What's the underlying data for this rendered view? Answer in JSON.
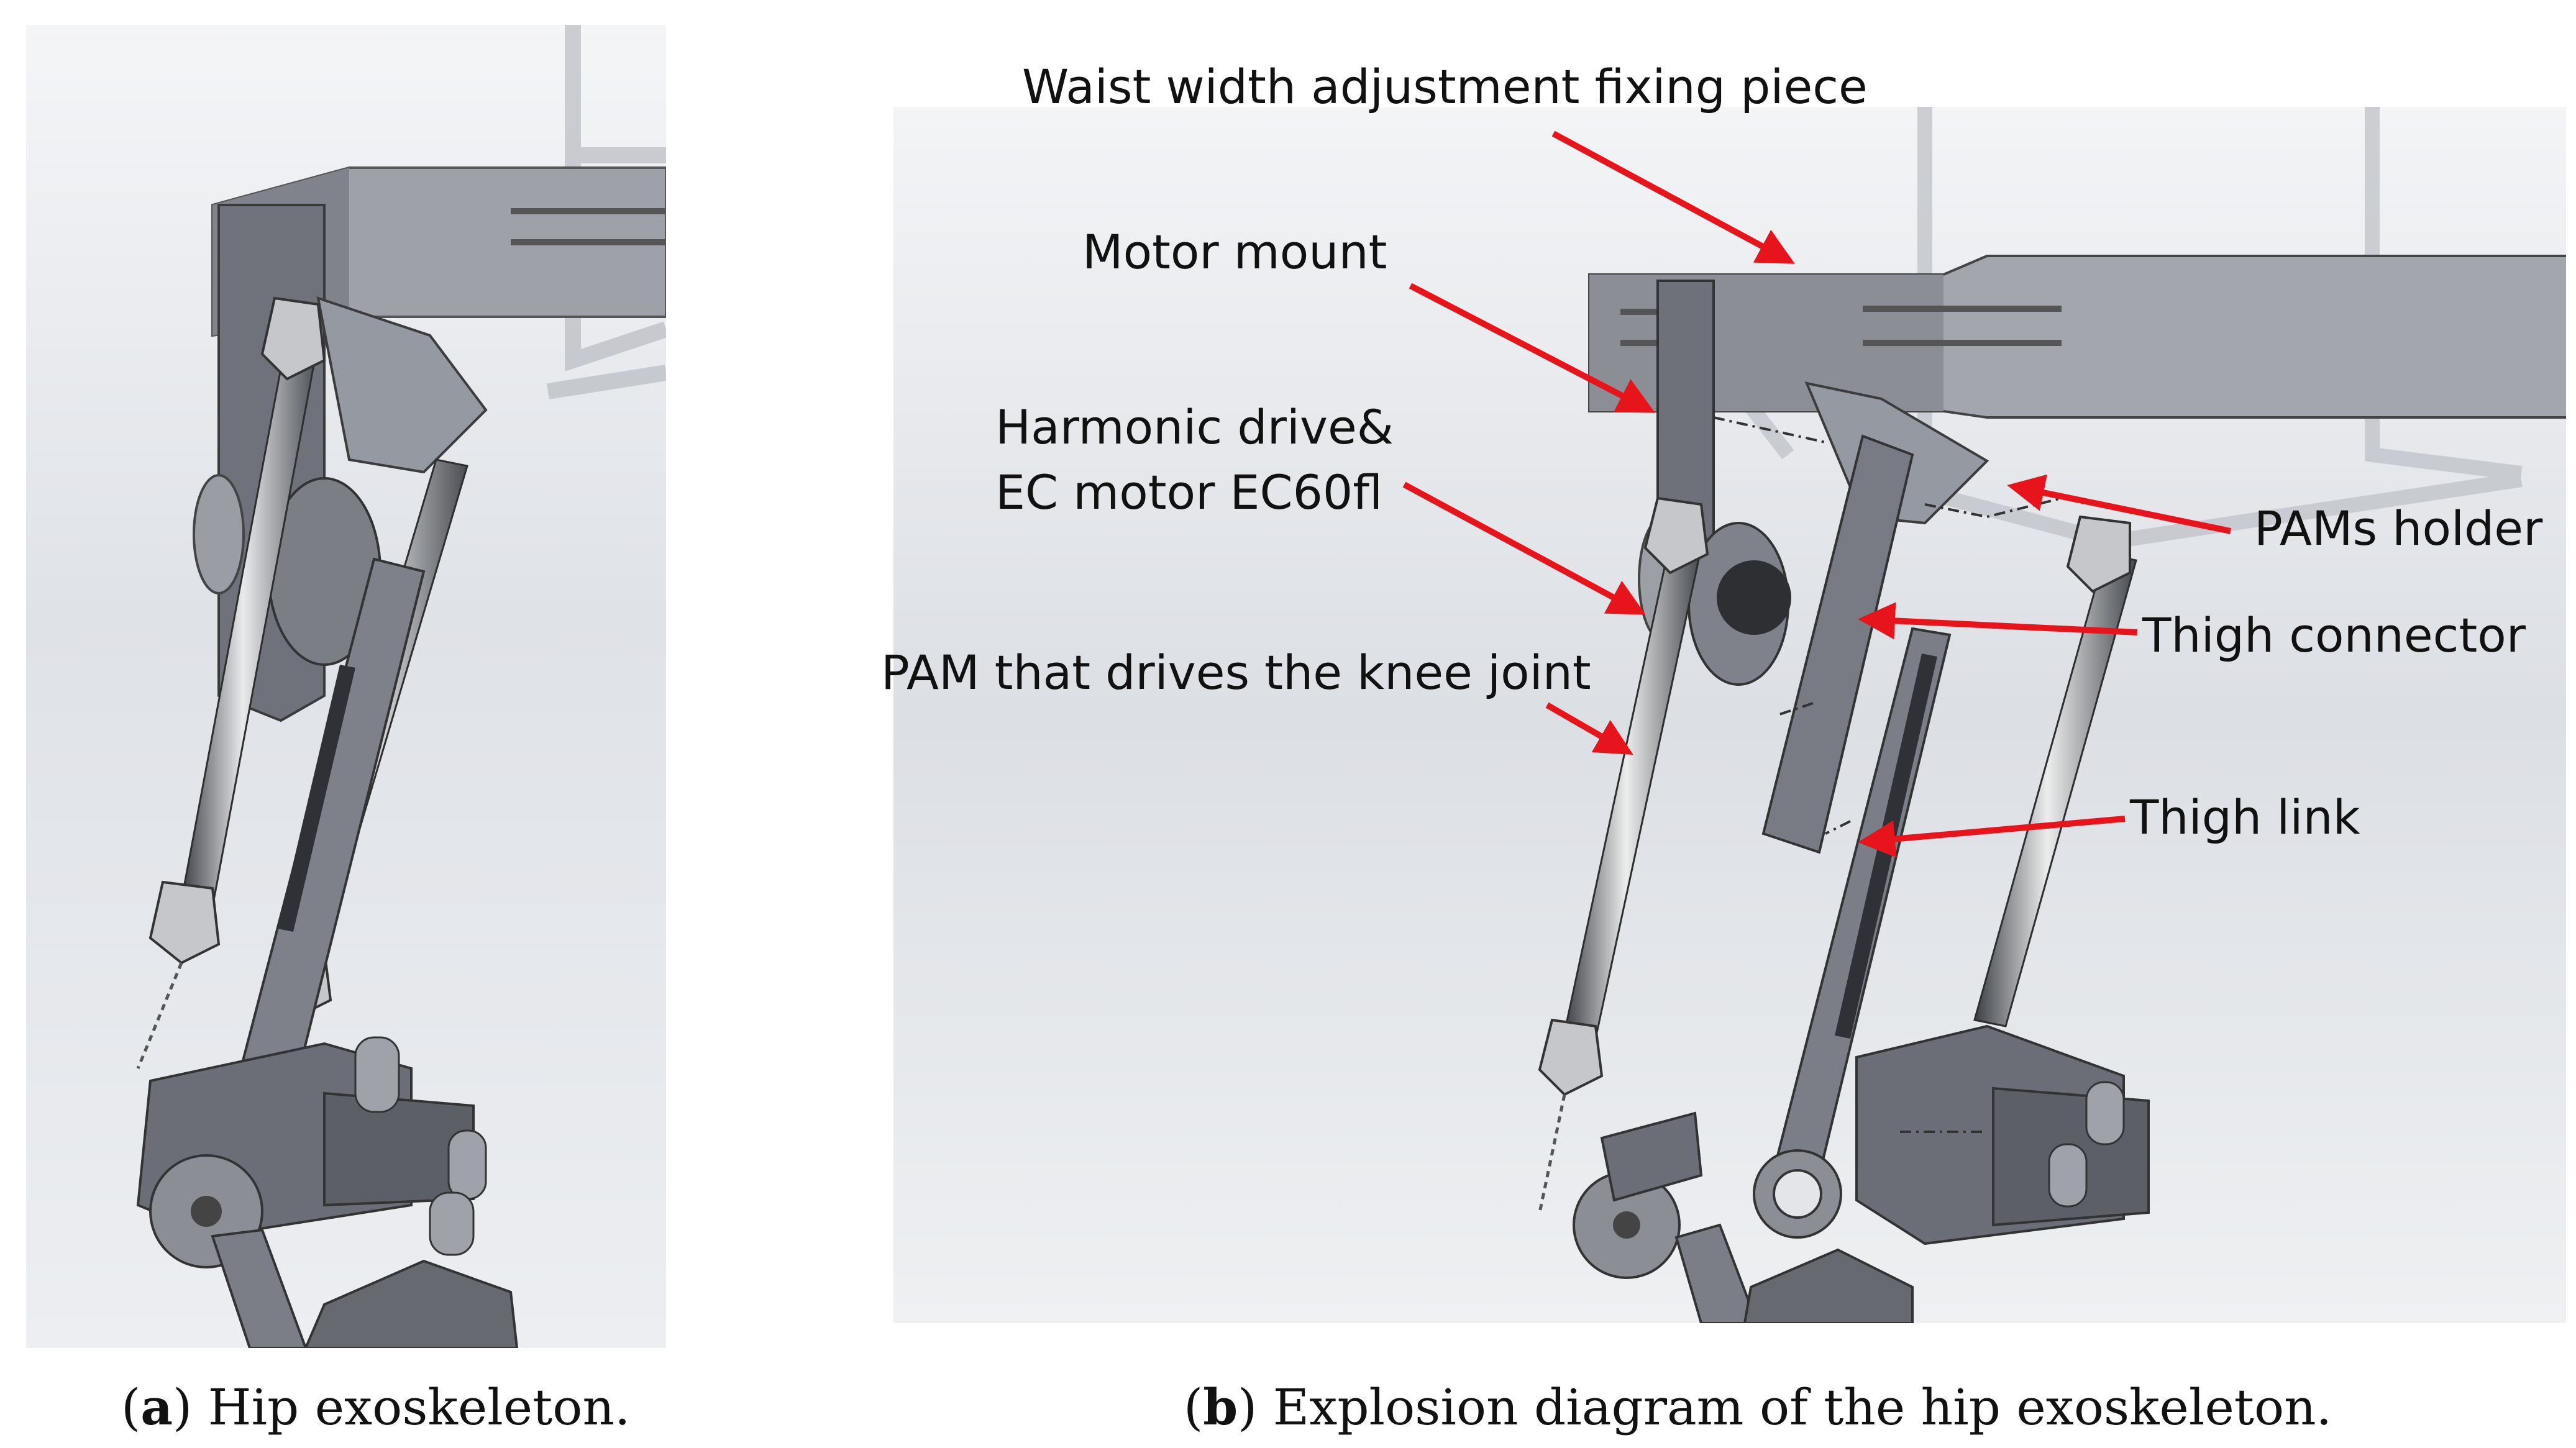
{
  "captions": {
    "a_letter": "a",
    "a_text": "Hip exoskeleton.",
    "b_letter": "b",
    "b_text": "Explosion diagram of the hip exoskeleton."
  },
  "labels": {
    "waist": "Waist width adjustment fixing piece",
    "motor_mount": "Motor mount",
    "harmonic_line1": "Harmonic drive&",
    "harmonic_line2": "EC motor EC60fl",
    "pam_knee": "PAM that drives the knee joint",
    "pams_holder": "PAMs holder",
    "thigh_connector": "Thigh connector",
    "thigh_link": "Thigh link"
  },
  "colors": {
    "arrow": "#e8141c",
    "metal": "#8a8d95",
    "metal_dark": "#5d6068",
    "background_panel": "#e4e6ea"
  }
}
